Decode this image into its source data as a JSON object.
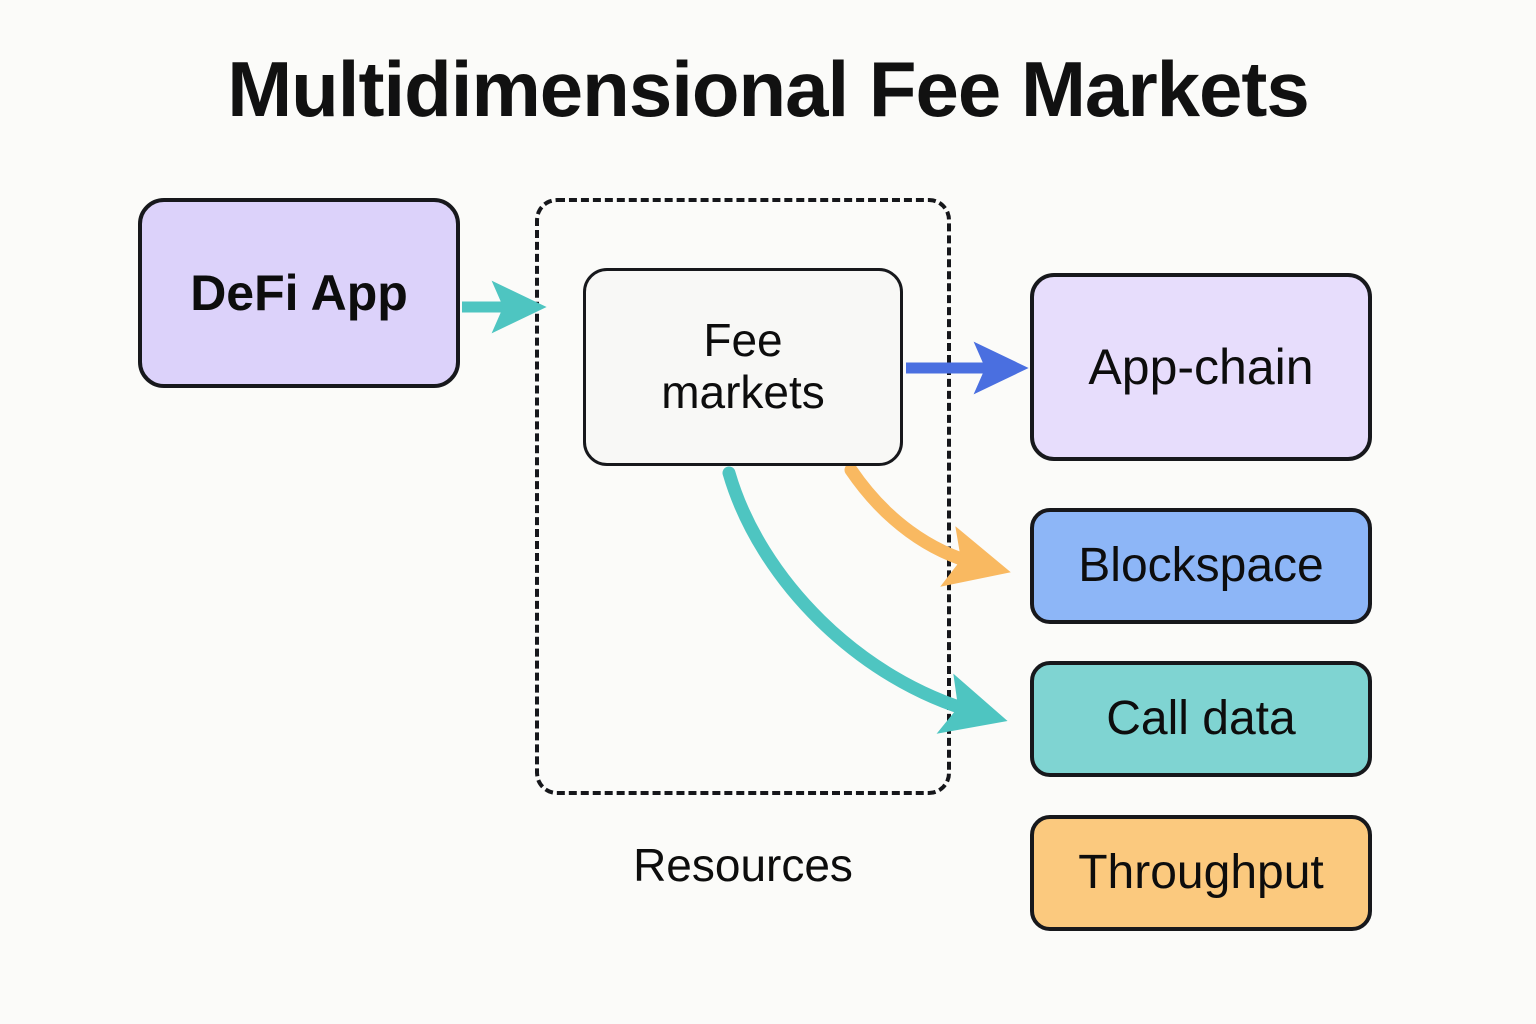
{
  "title": "Multidimensional Fee Markets",
  "background_color": "#fbfbf9",
  "nodes": {
    "defi_app": {
      "label": "DeFi App",
      "color": "#dcd2fa"
    },
    "fee_markets": {
      "line1": "Fee",
      "line2": "markets",
      "color": "#f8f8f6"
    },
    "app_chain": {
      "label": "App-chain",
      "color": "#e7ddfc"
    },
    "blockspace": {
      "label": "Blockspace",
      "color": "#8db6f7"
    },
    "call_data": {
      "label": "Call data",
      "color": "#7fd4d2"
    },
    "throughput": {
      "label": "Throughput",
      "color": "#fbc97e"
    }
  },
  "group": {
    "label": "Resources",
    "border_style": "dashed",
    "border_color": "#16171b"
  },
  "arrows": [
    {
      "name": "defi-app-to-resources",
      "from": "DeFi App",
      "to": "Resources",
      "color": "#4ec5c1",
      "style": "straight"
    },
    {
      "name": "fee-markets-to-app-chain",
      "from": "Fee markets",
      "to": "App-chain",
      "color": "#4a6fe0",
      "style": "straight"
    },
    {
      "name": "fee-markets-to-blockspace",
      "from": "Fee markets",
      "to": "Blockspace",
      "color": "#f9b961",
      "style": "curved"
    },
    {
      "name": "fee-markets-to-call-data",
      "from": "Fee markets",
      "to": "Call data",
      "color": "#4ec5c1",
      "style": "curved"
    }
  ]
}
